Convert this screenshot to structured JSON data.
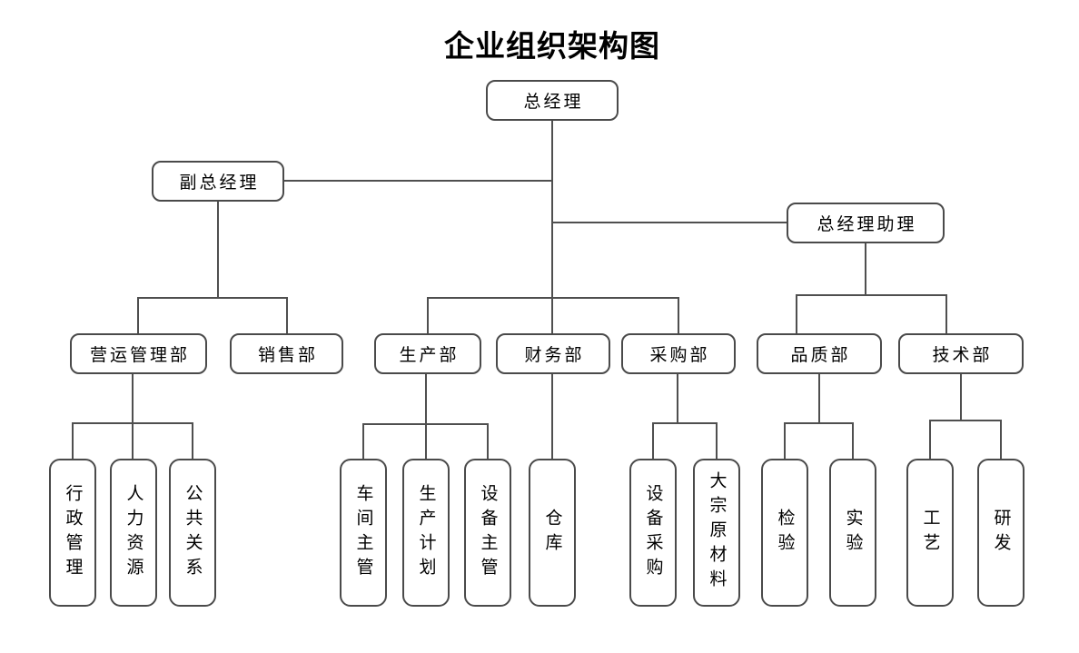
{
  "title": "企业组织架构图",
  "nodes": {
    "gm": "总经理",
    "deputy_gm": "副总经理",
    "gm_assistant": "总经理助理",
    "operations_dept": "营运管理部",
    "sales_dept": "销售部",
    "production_dept": "生产部",
    "finance_dept": "财务部",
    "purchasing_dept": "采购部",
    "quality_dept": "品质部",
    "technology_dept": "技术部",
    "admin_mgmt": "行政管理",
    "human_resources": "人力资源",
    "public_relations": "公共关系",
    "workshop_supervisor": "车间主管",
    "production_planning": "生产计划",
    "equipment_supervisor": "设备主管",
    "warehouse": "仓库",
    "equipment_purchasing": "设备采购",
    "bulk_raw_materials": "大宗原材料",
    "inspection": "检验",
    "laboratory": "实验",
    "process_engineering": "工艺",
    "research_development": "研发"
  },
  "colors": {
    "background": "#ffffff",
    "line": "#4f4f4f",
    "box_border": "#4a4a4a",
    "text": "#000000"
  }
}
